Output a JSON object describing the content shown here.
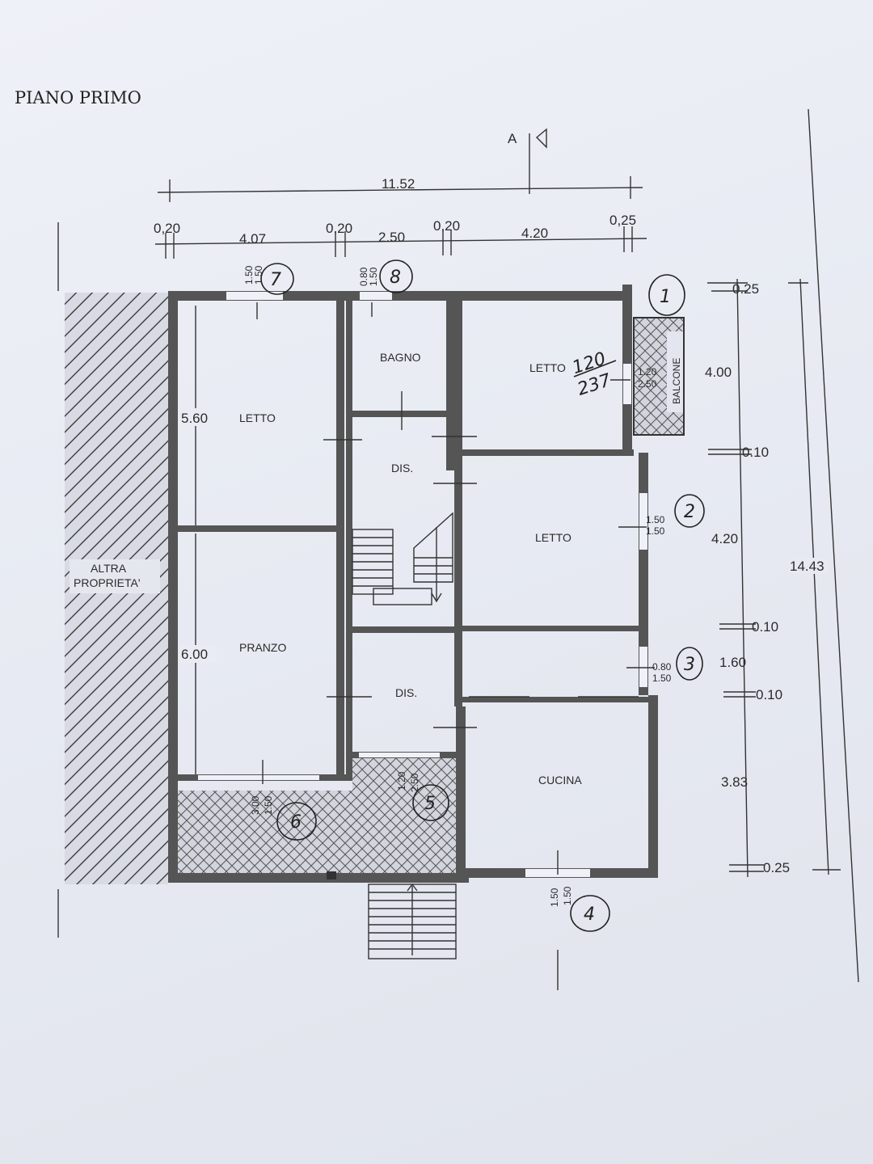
{
  "title": "PIANO PRIMO",
  "section_marker": "A",
  "rooms": {
    "letto_left": "LETTO",
    "pranzo": "PRANZO",
    "bagno": "BAGNO",
    "dis_top": "DIS.",
    "dis_bottom": "DIS.",
    "letto_top_right": "LETTO",
    "letto_mid_right": "LETTO",
    "cucina": "CUCINA",
    "balcone": "BALCONE",
    "altra_1": "ALTRA",
    "altra_2": "PROPRIETA'"
  },
  "dims_top": {
    "total": "11.52",
    "d1": "0,20",
    "d2": "4.07",
    "d3": "0,20",
    "d4": "2.50",
    "d5": "0,20",
    "d6": "4.20",
    "d7": "0,25"
  },
  "dims_right": {
    "r1": "0.25",
    "r2": "4.00",
    "r3": "0.10",
    "r4": "4.20",
    "r5": "0.10",
    "r6": "1.60",
    "r7": "0.10",
    "r8": "3.83",
    "r9": "0.25",
    "total": "14.43"
  },
  "dims_left": {
    "h1": "5.60",
    "h2": "6.00"
  },
  "openings": [
    {
      "id": "o7",
      "a": "1.50",
      "b": "1.50"
    },
    {
      "id": "o8",
      "a": "0.80",
      "b": "1.50"
    },
    {
      "id": "o1",
      "a": "1.20",
      "b": "2.50"
    },
    {
      "id": "o2",
      "a": "1.50",
      "b": "1.50"
    },
    {
      "id": "o3",
      "a": "0.80",
      "b": "1.50"
    },
    {
      "id": "o5",
      "a": "1.20",
      "b": "2.50"
    },
    {
      "id": "o6",
      "a": "3.00",
      "b": "1.50"
    },
    {
      "id": "o4",
      "a": "1.50",
      "b": "1.50"
    }
  ],
  "handwritten": {
    "n1": "1",
    "n2": "2",
    "n3": "3",
    "n4": "4",
    "n5": "5",
    "n6": "6",
    "n7": "7",
    "n8": "8",
    "note_top": "120",
    "note_bottom": "237"
  }
}
